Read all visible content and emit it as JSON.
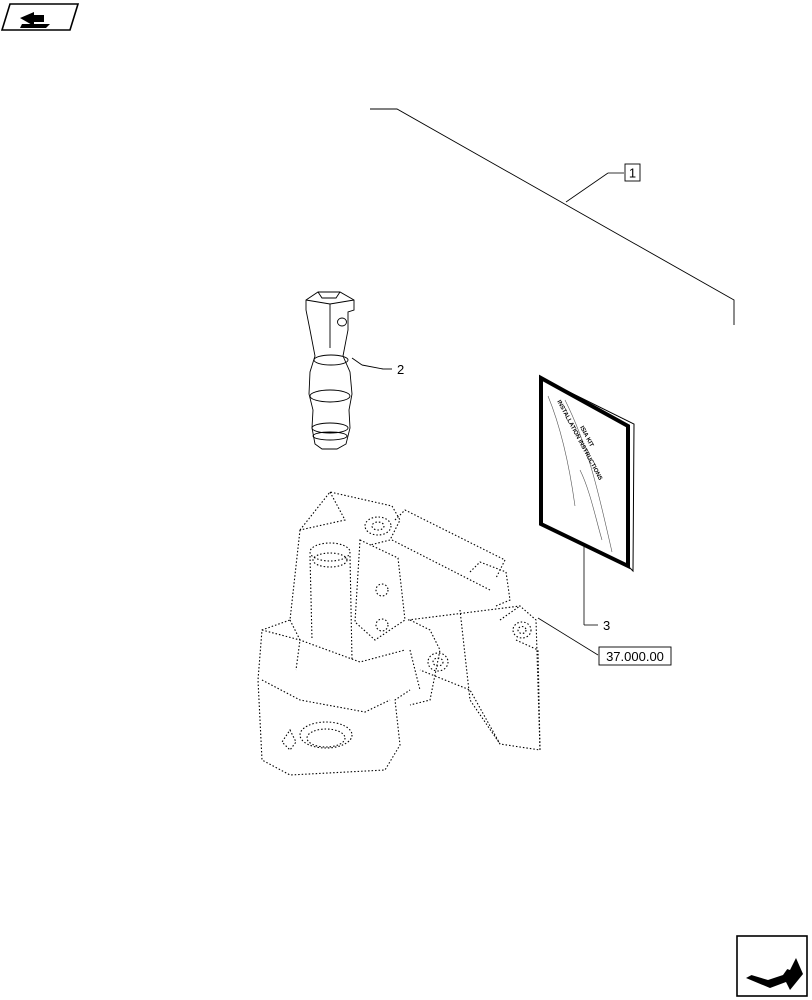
{
  "callouts": {
    "item_1": "1",
    "item_2": "2",
    "item_3": "3",
    "ref_page": "37.000.00"
  },
  "booklet": {
    "line1": "ISIA KIT",
    "line2": "INSTALLATION INSTRUCTIONS"
  },
  "icons": {
    "top_left": "previous-page-arrow-icon",
    "bottom_right": "next-page-arrow-icon"
  }
}
